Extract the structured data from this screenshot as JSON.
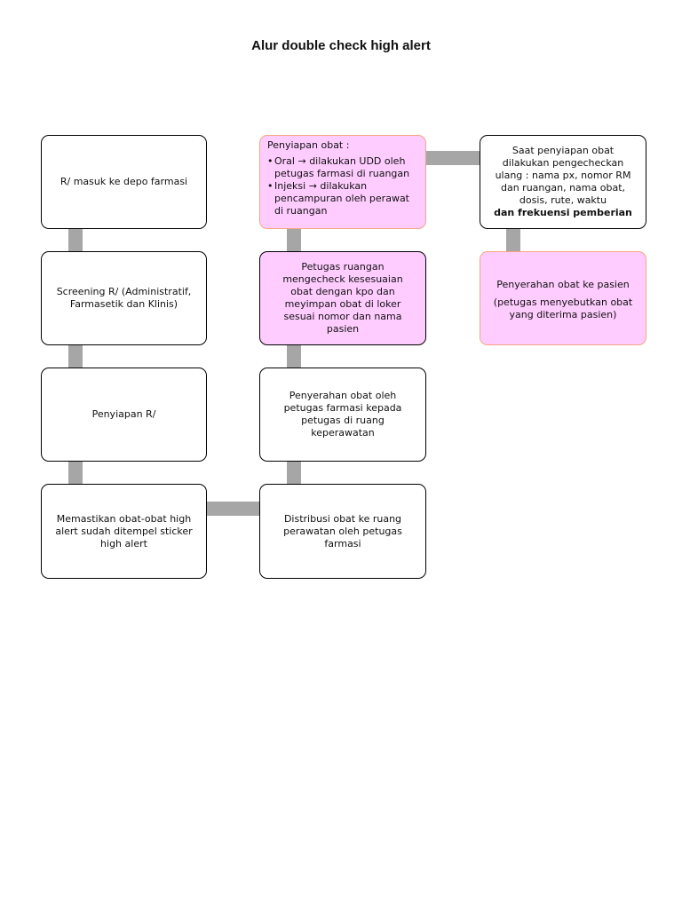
{
  "title": "Alur double check high alert",
  "boxes": {
    "b1": {
      "text": "R/ masuk ke depo farmasi"
    },
    "b2": {
      "text": "Screening R/ (Administratif, Farmasetik dan Klinis)"
    },
    "b3": {
      "text": "Penyiapan R/"
    },
    "b4": {
      "text": "Memastikan obat-obat high alert sudah ditempel sticker high alert"
    },
    "b5": {
      "text": "Distribusi obat ke ruang perawatan oleh petugas farmasi"
    },
    "b6": {
      "text": "Penyerahan obat oleh petugas farmasi kepada petugas di ruang keperawatan"
    },
    "b7": {
      "text": "Petugas ruangan mengecheck kesesuaian obat dengan kpo dan meyimpan obat di loker sesuai nomor dan nama pasien"
    },
    "b8": {
      "heading": "Penyiapan obat :",
      "items": [
        "Oral → dilakukan UDD oleh petugas farmasi di ruangan",
        "Injeksi → dilakukan pencampuran oleh perawat di ruangan"
      ]
    },
    "b9": {
      "text": "Saat penyiapan obat dilakukan pengecheckan ulang : nama px, nomor RM dan ruangan, nama obat, dosis, rute, waktu",
      "text_strong": "dan frekuensi pemberian"
    },
    "b10": {
      "text": "Penyerahan obat ke pasien",
      "subtext": "(petugas menyebutkan obat yang diterima pasien)"
    }
  },
  "colors": {
    "box_fill": "#ffffff",
    "highlight_fill": "#ffccff",
    "highlight_border": "#f4a582",
    "connector": "#a6a6a6",
    "border": "#000000"
  }
}
